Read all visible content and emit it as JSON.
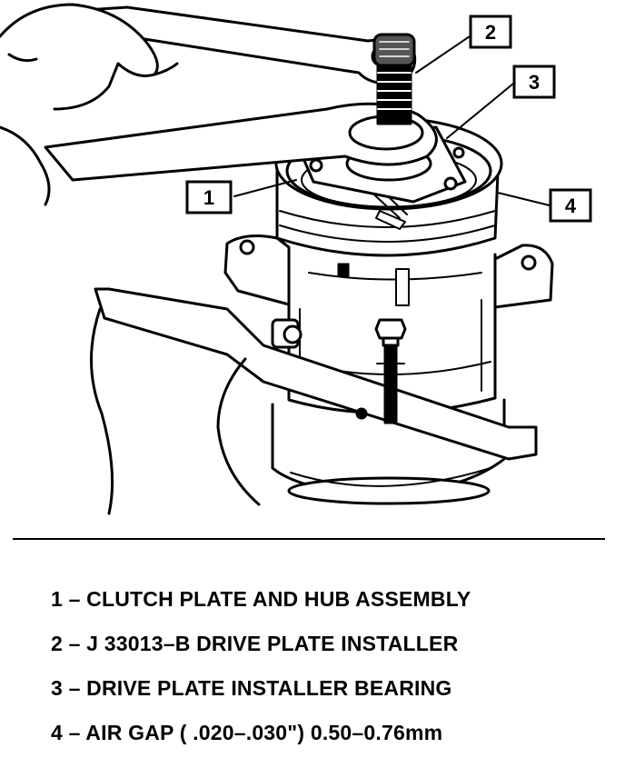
{
  "callouts": [
    "1",
    "2",
    "3",
    "4"
  ],
  "legend": [
    "1 – CLUTCH PLATE AND HUB ASSEMBLY",
    "2 – J 33013–B DRIVE PLATE INSTALLER",
    "3 – DRIVE PLATE INSTALLER BEARING",
    "4 – AIR GAP ( .020–.030\") 0.50–0.76mm"
  ]
}
